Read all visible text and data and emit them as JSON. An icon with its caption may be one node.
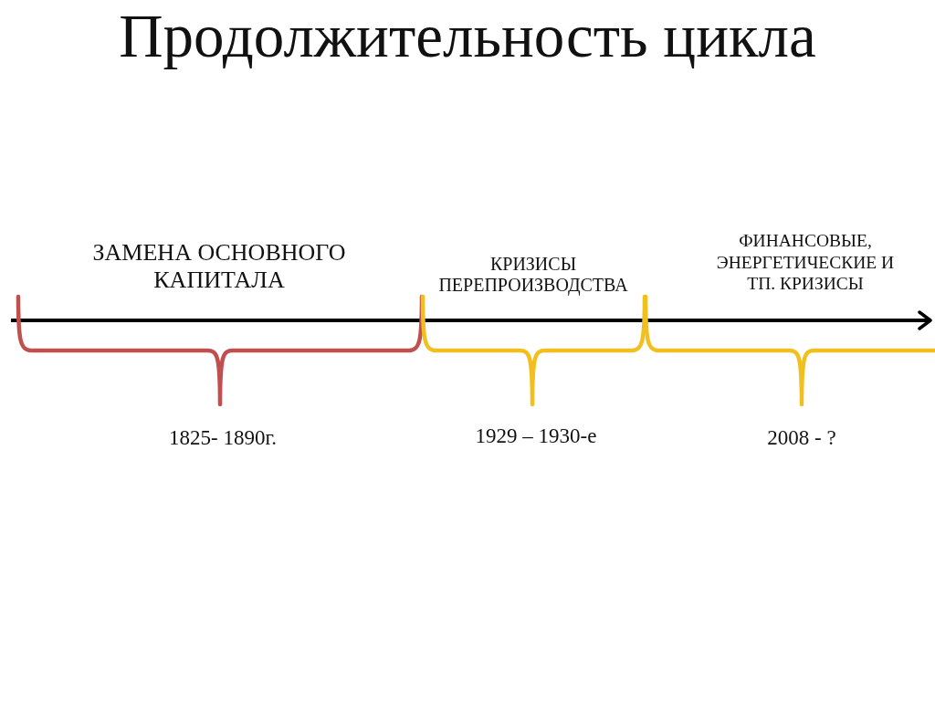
{
  "diagram": {
    "title": "Продолжительность цикла",
    "labels": [
      "ЗАМЕНА ОСНОВНОГО КАПИТАЛА",
      "КРИЗИСЫ ПЕРЕПРОИЗВОДСТВА",
      "ФИНАНСОВЫЕ, ЭНЕРГЕТИЧЕСКИЕ И ТП. КРИЗИСЫ",
      "1825- 1890г.",
      "1929 – 1930-е",
      "2008 - ?"
    ]
  }
}
